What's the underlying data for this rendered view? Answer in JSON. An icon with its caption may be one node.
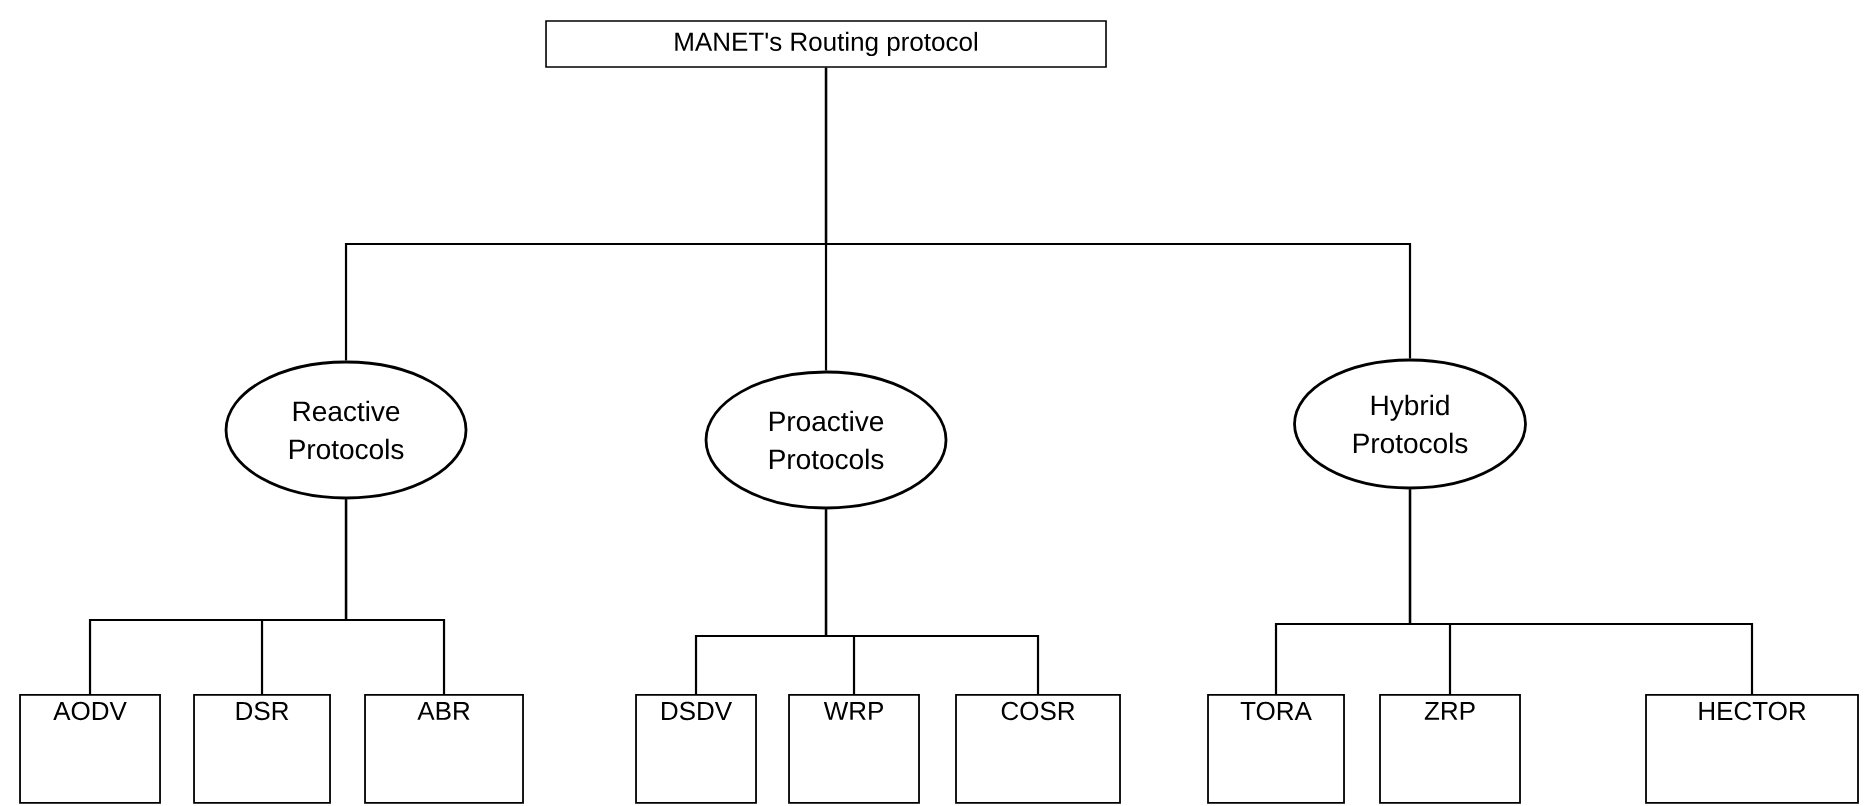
{
  "diagram": {
    "nodes": [
      {
        "text": [
          "MANET's Routing protocol"
        ]
      },
      {
        "text": [
          "Reactive Protocols"
        ]
      },
      {
        "text": [
          "Proactive Protocols"
        ]
      },
      {
        "text": [
          "Hybrid Protocols"
        ]
      },
      {
        "text": [
          "AODV"
        ]
      },
      {
        "text": [
          "DSR"
        ]
      },
      {
        "text": [
          "ABR"
        ]
      },
      {
        "text": [
          "DSDV"
        ]
      },
      {
        "text": [
          "WRP"
        ]
      },
      {
        "text": [
          "COSR"
        ]
      },
      {
        "text": [
          "TORA"
        ]
      },
      {
        "text": [
          "ZRP"
        ]
      },
      {
        "text": [
          "HECTOR"
        ]
      }
    ],
    "edges": [
      {
        "from": 0,
        "to": 1,
        "arrow": "none"
      },
      {
        "from": 0,
        "to": 2,
        "arrow": "none"
      },
      {
        "from": 0,
        "to": 3,
        "arrow": "none"
      },
      {
        "from": 1,
        "to": 4,
        "arrow": "none"
      },
      {
        "from": 1,
        "to": 5,
        "arrow": "none"
      },
      {
        "from": 1,
        "to": 6,
        "arrow": "none"
      },
      {
        "from": 2,
        "to": 7,
        "arrow": "none"
      },
      {
        "from": 2,
        "to": 8,
        "arrow": "none"
      },
      {
        "from": 2,
        "to": 9,
        "arrow": "none"
      },
      {
        "from": 3,
        "to": 10,
        "arrow": "none"
      },
      {
        "from": 3,
        "to": 11,
        "arrow": "none"
      },
      {
        "from": 3,
        "to": 12,
        "arrow": "none"
      }
    ]
  }
}
